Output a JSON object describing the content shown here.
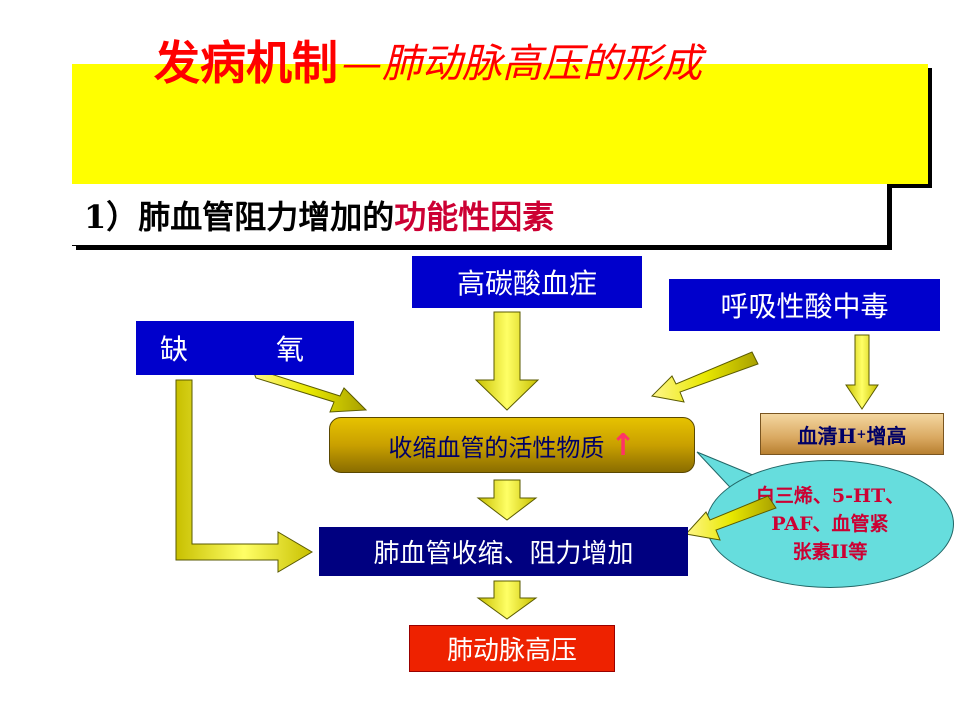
{
  "slide": {
    "title_main": "发病机制",
    "title_sub": "—肺动脉高压的形成",
    "subtitle_prefix": "1）肺血管阻力增加的",
    "subtitle_highlight": "功能性因素"
  },
  "nodes": {
    "hypercapnia": "高碳酸血症",
    "acidosis": "呼吸性酸中毒",
    "hypoxia_a": "缺",
    "hypoxia_b": "氧",
    "vasoactive": "收缩血管的活性物质",
    "vasoactive_arrow": "↑",
    "serum_prefix": "血清H",
    "serum_sup": "+",
    "serum_suffix": "增高",
    "constriction": "肺血管收缩、阻力增加",
    "pulmonary_hypertension": "肺动脉高压",
    "mediators_line1": "白三烯、5-HT、",
    "mediators_line2": "PAF、血管紧",
    "mediators_line3": "张素II等"
  },
  "colors": {
    "title_bg": "#ffff00",
    "title_text": "#ff0000",
    "blue_box": "#0000cc",
    "navy_box": "#000080",
    "red_box": "#ee2200",
    "arrow_fill": "#e8e800",
    "ellipse": "#66dddd"
  }
}
